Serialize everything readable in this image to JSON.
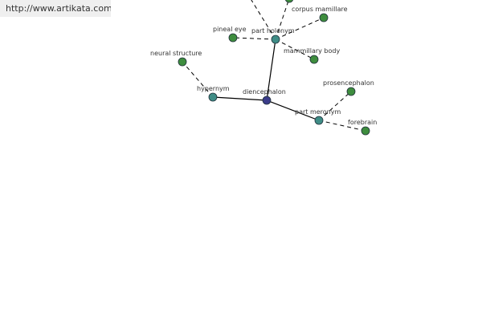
{
  "header": {
    "url": "http://www.artikata.com"
  },
  "colors": {
    "center_node": "#3b3c8a",
    "relation_node": "#3f8d86",
    "leaf_node": "#3e8d3e",
    "node_stroke": "#20303a",
    "edge": "#000000"
  },
  "graph": {
    "nodes": [
      {
        "id": "diencephalon",
        "label": "diencephalon",
        "kind": "center"
      },
      {
        "id": "hypernym",
        "label": "hypernym",
        "kind": "relation"
      },
      {
        "id": "part-holonym",
        "label": "part holonym",
        "kind": "relation"
      },
      {
        "id": "part-meronym",
        "label": "part meronym",
        "kind": "relation"
      },
      {
        "id": "neural-structure",
        "label": "neural structure",
        "kind": "leaf"
      },
      {
        "id": "pineal-eye",
        "label": "pineal eye",
        "kind": "leaf"
      },
      {
        "id": "corpus-mamillare",
        "label": "corpus mamillare",
        "kind": "leaf"
      },
      {
        "id": "mammillary-body",
        "label": "mammillary body",
        "kind": "leaf"
      },
      {
        "id": "offscreen-1",
        "label": "",
        "kind": "leaf"
      },
      {
        "id": "prosencephalon",
        "label": "prosencephalon",
        "kind": "leaf"
      },
      {
        "id": "forebrain",
        "label": "forebrain",
        "kind": "leaf"
      }
    ],
    "edges": [
      {
        "from": "diencephalon",
        "to": "hypernym",
        "style": "solid"
      },
      {
        "from": "diencephalon",
        "to": "part-holonym",
        "style": "solid"
      },
      {
        "from": "diencephalon",
        "to": "part-meronym",
        "style": "solid"
      },
      {
        "from": "hypernym",
        "to": "neural-structure",
        "style": "dashed"
      },
      {
        "from": "part-holonym",
        "to": "pineal-eye",
        "style": "dashed"
      },
      {
        "from": "part-holonym",
        "to": "corpus-mamillare",
        "style": "dashed"
      },
      {
        "from": "part-holonym",
        "to": "mammillary-body",
        "style": "dashed"
      },
      {
        "from": "part-holonym",
        "to": "offscreen-1",
        "style": "dashed"
      },
      {
        "from": "part-holonym",
        "to": "offscreen-2",
        "style": "dashed"
      },
      {
        "from": "part-meronym",
        "to": "prosencephalon",
        "style": "dashed"
      },
      {
        "from": "part-meronym",
        "to": "forebrain",
        "style": "dashed"
      }
    ]
  }
}
